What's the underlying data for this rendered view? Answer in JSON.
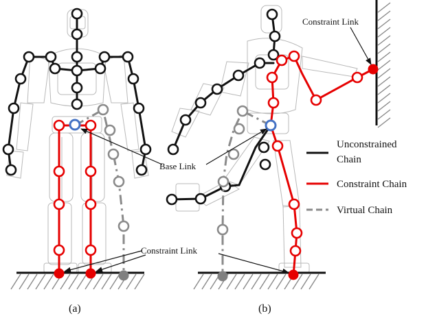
{
  "panels": {
    "a": "(a)",
    "b": "(b)"
  },
  "annotations": {
    "base_link": "Base Link",
    "constraint_link_bottom": "Constraint Link",
    "constraint_link_top": "Constraint Link"
  },
  "legend": {
    "unconstrained_line1": "Unconstrained",
    "unconstrained_line2": "Chain",
    "constraint": "Constraint Chain",
    "virtual": "Virtual Chain"
  },
  "colors": {
    "unconstrained": "#111111",
    "constraint": "#e60000",
    "virtual": "#8a8a8a",
    "base": "#4472c4"
  }
}
